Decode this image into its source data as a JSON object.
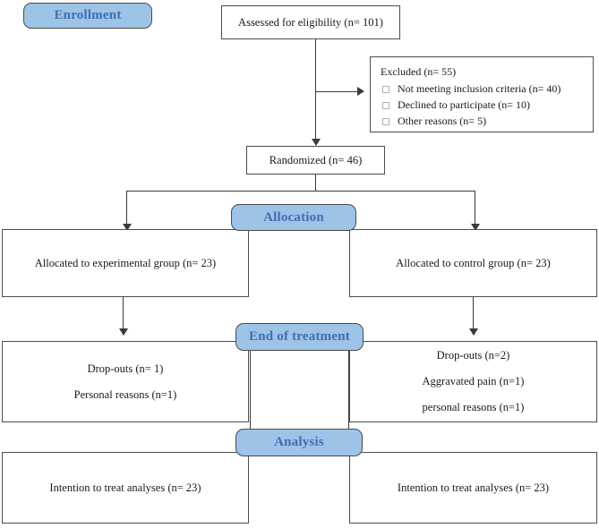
{
  "diagram": {
    "title": "CONSORT participant flow diagram",
    "colors": {
      "badge_fill": "#9dc3e6",
      "badge_text": "#3f6eb5",
      "box_border": "#4d4d4d",
      "line": "#3a3a3a",
      "background": "#ffffff"
    }
  },
  "stages": {
    "enrollment": "Enrollment",
    "allocation": "Allocation",
    "end_of_treatment": "End of treatment",
    "analysis": "Analysis"
  },
  "enrollment": {
    "assessed": "Assessed for eligibility (n= 101)",
    "randomized": "Randomized (n= 46)",
    "excluded": {
      "title": "Excluded (n= 55)",
      "reasons": [
        "Not meeting inclusion criteria (n= 40)",
        "Declined to participate (n= 10)",
        "Other reasons (n= 5)"
      ]
    }
  },
  "allocation": {
    "experimental": "Allocated to experimental group (n= 23)",
    "control": "Allocated to control group (n= 23)"
  },
  "end_of_treatment": {
    "experimental": [
      "Drop-outs (n= 1)",
      "Personal reasons (n=1)"
    ],
    "control": [
      "Drop-outs (n=2)",
      "Aggravated pain (n=1)",
      "personal reasons (n=1)"
    ]
  },
  "analysis": {
    "experimental": "Intention to treat analyses (n= 23)",
    "control": "Intention to treat analyses (n= 23)"
  }
}
